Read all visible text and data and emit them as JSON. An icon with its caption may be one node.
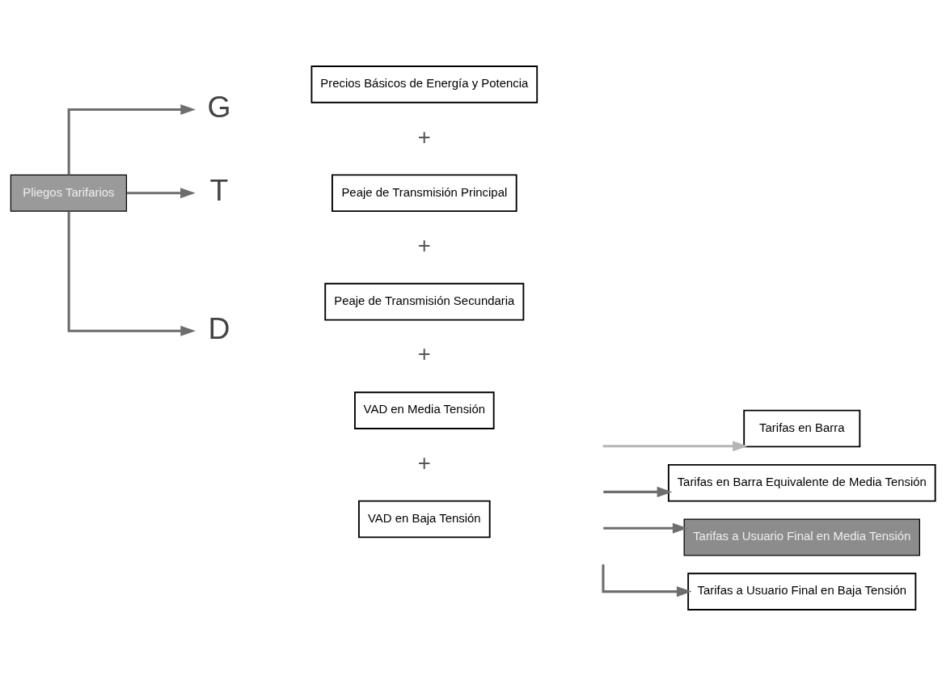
{
  "diagram": {
    "nodes": [
      {
        "text": [
          "Pliegos Tarifarios"
        ]
      },
      {
        "text": [
          "G"
        ]
      },
      {
        "text": [
          "T"
        ]
      },
      {
        "text": [
          "D"
        ]
      },
      {
        "text": [
          "Precios Básicos de Energía y Potencia"
        ]
      },
      {
        "text": [
          "Peaje de Transmisión Principal"
        ]
      },
      {
        "text": [
          "Peaje de Transmisión Secundaria"
        ]
      },
      {
        "text": [
          "VAD en Media Tensión"
        ]
      },
      {
        "text": [
          "VAD en Baja Tensión"
        ]
      },
      {
        "text": [
          "Tarifas en Barra"
        ]
      },
      {
        "text": [
          "Tarifas en Barra Equivalente de Media Tensión"
        ]
      },
      {
        "text": [
          "Tarifas a Usuario Final en Media Tensión"
        ]
      },
      {
        "text": [
          "Tarifas a Usuario Final en Baja Tensión"
        ]
      }
    ],
    "edges": [
      {
        "from": 0,
        "to": 1,
        "arrow": "to"
      },
      {
        "from": 0,
        "to": 2,
        "arrow": "to"
      },
      {
        "from": 0,
        "to": 3,
        "arrow": "to"
      },
      {
        "from": null,
        "to": 9,
        "arrow": "to",
        "color": "#b5b5b5"
      },
      {
        "from": null,
        "to": 10,
        "arrow": "to"
      },
      {
        "from": null,
        "to": 11,
        "arrow": "to"
      },
      {
        "from": null,
        "to": 12,
        "arrow": "to"
      }
    ],
    "labels": [
      "+",
      "+",
      "+",
      "+"
    ]
  }
}
